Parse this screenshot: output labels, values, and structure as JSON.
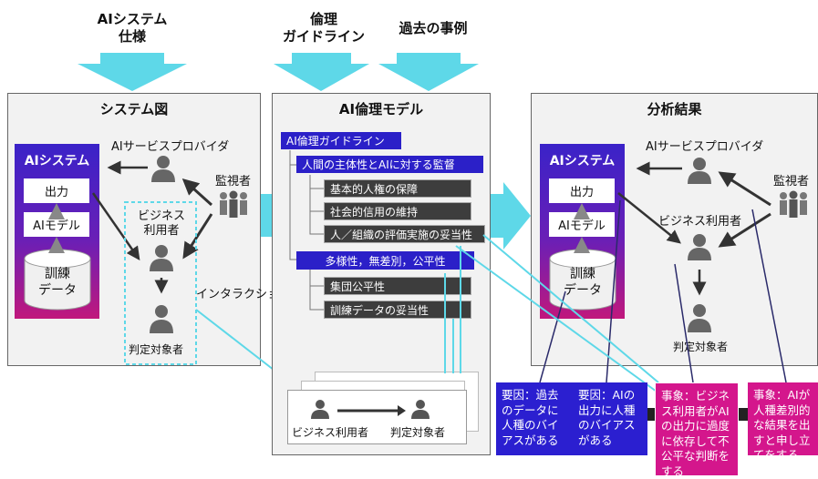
{
  "top_labels": {
    "spec": "AIシステム\n仕様",
    "guideline": "倫理\nガイドライン",
    "cases": "過去の事例"
  },
  "panels": {
    "left_title": "システム図",
    "middle_title": "AI倫理モデル",
    "right_title": "分析結果"
  },
  "system": {
    "title": "AIシステム",
    "output": "出力",
    "model": "AIモデル",
    "training": "訓練\nデータ"
  },
  "people": {
    "provider": "AIサービスプロバイダ",
    "monitor": "監視者",
    "business_user": "ビジネス\n利用者",
    "business_user_right": "ビジネス利用者",
    "subject": "判定対象者",
    "interaction": "インタラクション"
  },
  "guideline_tree": {
    "root": "AI倫理ガイドライン",
    "group1": "人間の主体性とAIに対する監督",
    "items1": [
      "基本的人権の保障",
      "社会的信用の維持",
      "人／組織の評価実施の妥当性"
    ],
    "group2": "多様性，無差別，公平性",
    "items2": [
      "集団公平性",
      "訓練データの妥当性"
    ]
  },
  "interaction_card": {
    "from": "ビジネス利用者",
    "to": "判定対象者"
  },
  "results": [
    {
      "kind": "cause",
      "text": "要因：過去のデータに人種のバイアスがある"
    },
    {
      "kind": "cause",
      "text": "要因：AIの出力に人種のバイアスがある"
    },
    {
      "kind": "event",
      "text": "事象：ビジネス利用者がAIの出力に過度に依存して不公平な判断をする"
    },
    {
      "kind": "event",
      "text": "事象：AIが人種差別的な結果を出すと申し立てをする"
    }
  ],
  "colors": {
    "arrow_cyan": "#5ed8e8",
    "result_blue": "#2b1fd0",
    "result_magenta": "#d4168c",
    "system_gradient_top": "#3a22c8",
    "system_gradient_bottom": "#c0187c"
  }
}
